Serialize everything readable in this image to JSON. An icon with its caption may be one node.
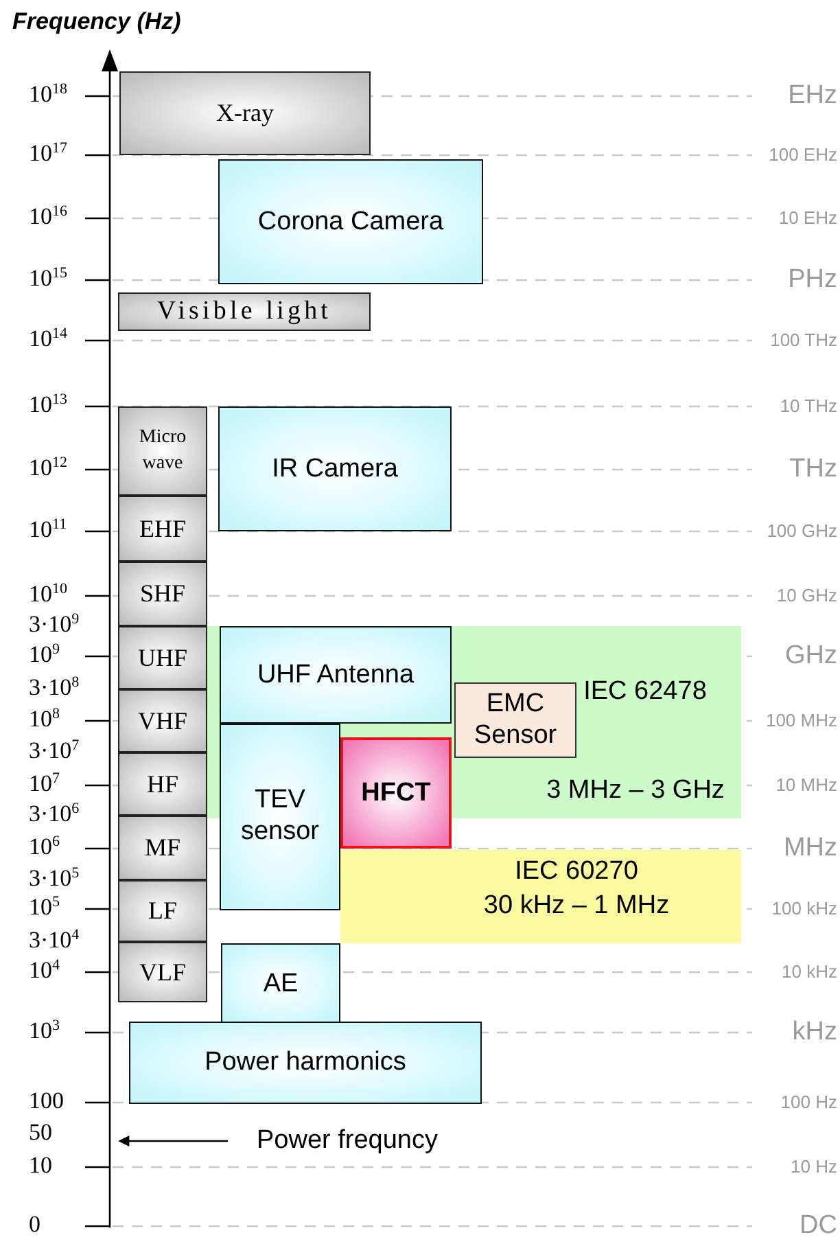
{
  "diagram": {
    "nodes": [
      {
        "text": [
          "X-ray"
        ]
      },
      {
        "text": [
          "Corona Camera"
        ]
      },
      {
        "text": [
          "Visible light"
        ]
      },
      {
        "text": [
          "Micro wave"
        ]
      },
      {
        "text": [
          "EHF"
        ]
      },
      {
        "text": [
          "SHF"
        ]
      },
      {
        "text": [
          "UHF"
        ]
      },
      {
        "text": [
          "VHF"
        ]
      },
      {
        "text": [
          "HF"
        ]
      },
      {
        "text": [
          "MF"
        ]
      },
      {
        "text": [
          "LF"
        ]
      },
      {
        "text": [
          "VLF"
        ]
      },
      {
        "text": [
          "IR Camera"
        ]
      },
      {
        "text": [
          "IEC 62478",
          "3 MHz – 3 GHz"
        ]
      },
      {
        "text": [
          "UHF Antenna"
        ],
        "in": 13
      },
      {
        "text": [
          "EMC Sensor"
        ],
        "in": 13
      },
      {
        "text": [
          "TEV sensor"
        ]
      },
      {
        "text": [
          "HFCT"
        ]
      },
      {
        "text": [
          "IEC 60270",
          "30 kHz – 1 MHz"
        ]
      },
      {
        "text": [
          "AE"
        ]
      },
      {
        "text": [
          "Power harmonics"
        ]
      },
      {
        "text": [
          "Power frequncy"
        ]
      },
      {
        "text": [],
        "shape": "bar"
      }
    ],
    "edges": [
      {
        "from": 21,
        "to": 22,
        "arrow": "to"
      }
    ],
    "labels": [
      "Frequency (Hz)",
      "10$^{18}$",
      "EHz",
      "10$^{17}$",
      "100 EHz",
      "10$^{16}$",
      "10 EHz",
      "10$^{15}$",
      "PHz",
      "10$^{14}$",
      "100 THz",
      "10$^{13}$",
      "10 THz",
      "10$^{12}$",
      "THz",
      "10$^{11}$",
      "100 GHz",
      "10$^{10}$",
      "10 GHz",
      "3·10$^{9}$",
      "10$^{9}$",
      "GHz",
      "3·10$^{8}$",
      "10$^{8}$",
      "100 MHz",
      "3·10$^{7}$",
      "10$^{7}$",
      "10 MHz",
      "3·10$^{6}$",
      "10$^{6}$",
      "MHz",
      "3·10$^{5}$",
      "10$^{5}$",
      "100 kHz",
      "3·10$^{4}$",
      "10$^{4}$",
      "10 kHz",
      "10$^{3}$",
      "kHz",
      "100",
      "100 Hz",
      "50",
      "10",
      "10 Hz",
      "0",
      "DC"
    ]
  }
}
